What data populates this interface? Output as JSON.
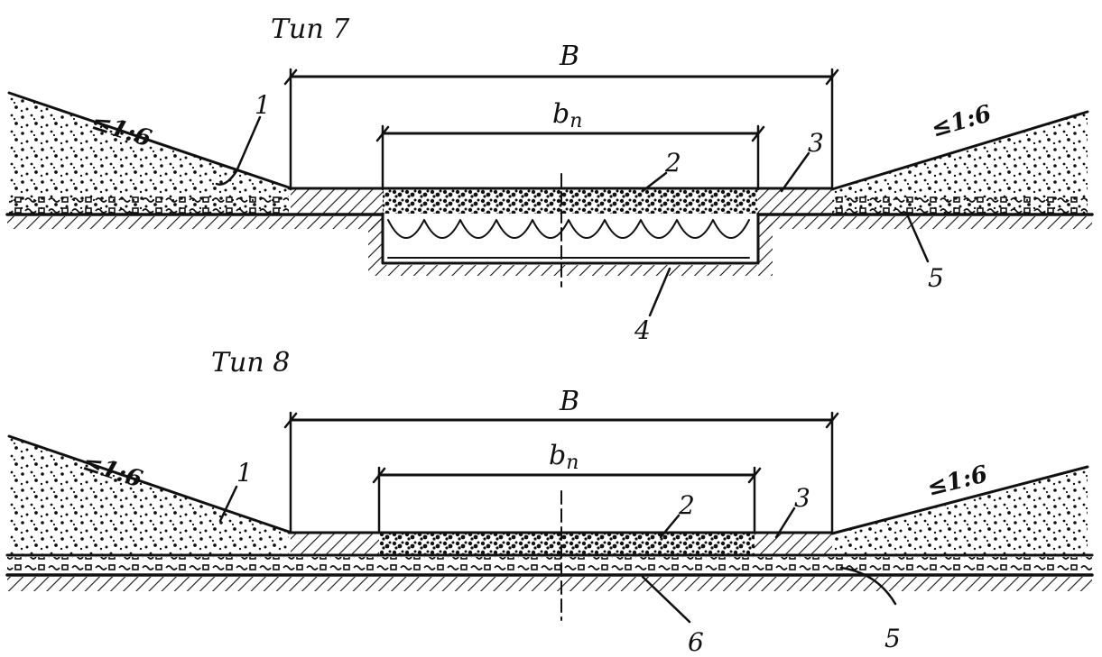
{
  "panels": [
    {
      "title": "Тип 7",
      "width_label": "B",
      "pavement_label": "b",
      "pavement_subscript": "п",
      "left_slope": "≤1:6",
      "right_slope": "≤1:6",
      "callouts": [
        "1",
        "2",
        "3",
        "4",
        "5"
      ]
    },
    {
      "title": "Тип 8",
      "width_label": "B",
      "pavement_label": "b",
      "pavement_subscript": "п",
      "left_slope": "≤1:6",
      "right_slope": "≤1:6",
      "callouts": [
        "1",
        "2",
        "3",
        "6",
        "5"
      ]
    }
  ],
  "colors": {
    "ink": "#111111",
    "background": "#ffffff"
  }
}
